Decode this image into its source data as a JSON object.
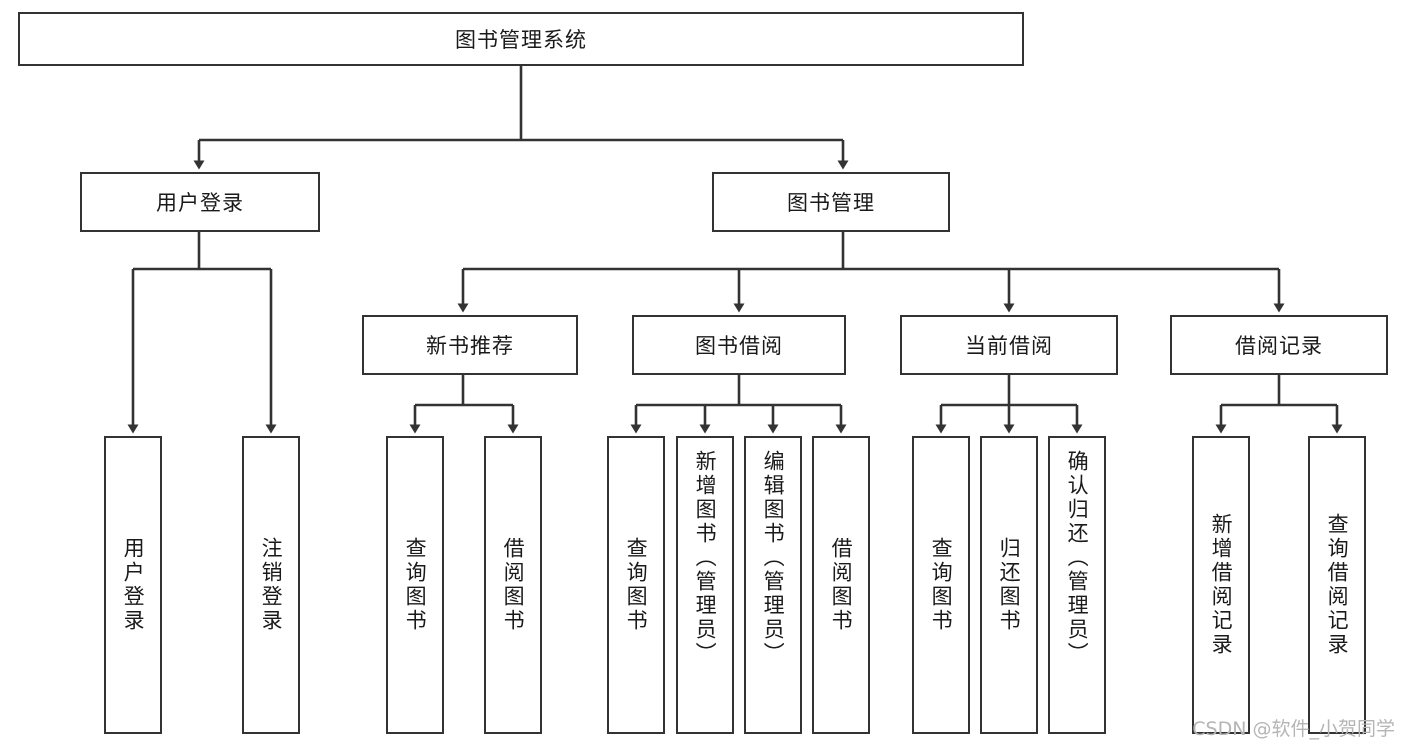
{
  "diagram": {
    "title": "图书管理系统",
    "type": "functional-structure-tree",
    "root": {
      "id": "root",
      "label": "图书管理系统"
    },
    "level2": [
      {
        "id": "user-login",
        "label": "用户登录"
      },
      {
        "id": "book-manage",
        "label": "图书管理"
      }
    ],
    "level3": [
      {
        "id": "new-book-rec",
        "label": "新书推荐",
        "parent": "book-manage"
      },
      {
        "id": "book-borrow",
        "label": "图书借阅",
        "parent": "book-manage"
      },
      {
        "id": "current-borrow",
        "label": "当前借阅",
        "parent": "book-manage"
      },
      {
        "id": "borrow-record",
        "label": "借阅记录",
        "parent": "book-manage"
      }
    ],
    "leaves": [
      {
        "id": "leaf-user-login",
        "label": "用户登录",
        "parent": "user-login"
      },
      {
        "id": "leaf-logout",
        "label": "注销登录",
        "parent": "user-login"
      },
      {
        "id": "leaf-query-book-1",
        "label": "查询图书",
        "parent": "new-book-rec"
      },
      {
        "id": "leaf-borrow-book-1",
        "label": "借阅图书",
        "parent": "new-book-rec"
      },
      {
        "id": "leaf-query-book-2",
        "label": "查询图书",
        "parent": "book-borrow"
      },
      {
        "id": "leaf-add-book",
        "label": "新增图书（管理员）",
        "parent": "book-borrow"
      },
      {
        "id": "leaf-edit-book",
        "label": "编辑图书（管理员）",
        "parent": "book-borrow"
      },
      {
        "id": "leaf-borrow-book-2",
        "label": "借阅图书",
        "parent": "book-borrow"
      },
      {
        "id": "leaf-query-book-3",
        "label": "查询图书",
        "parent": "current-borrow"
      },
      {
        "id": "leaf-return-book",
        "label": "归还图书",
        "parent": "current-borrow"
      },
      {
        "id": "leaf-confirm-return",
        "label": "确认归还（管理员）",
        "parent": "current-borrow"
      },
      {
        "id": "leaf-add-record",
        "label": "新增借阅记录",
        "parent": "borrow-record"
      },
      {
        "id": "leaf-query-record",
        "label": "查询借阅记录",
        "parent": "borrow-record"
      }
    ],
    "colors": {
      "border": "#333333",
      "background": "#ffffff",
      "text": "#1a1a1a",
      "watermark": "#b5b5b5"
    }
  },
  "watermark": {
    "text": "CSDN @软件_小贺同学"
  }
}
